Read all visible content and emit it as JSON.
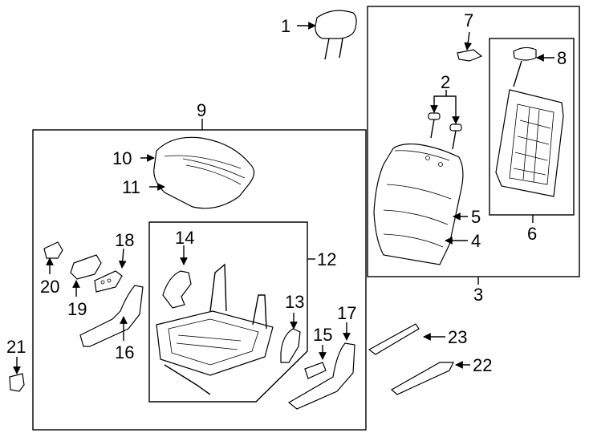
{
  "callouts": {
    "c1": "1",
    "c2": "2",
    "c3": "3",
    "c4": "4",
    "c5": "5",
    "c6": "6",
    "c7": "7",
    "c8": "8",
    "c9": "9",
    "c10": "10",
    "c11": "11",
    "c12": "12",
    "c13": "13",
    "c14": "14",
    "c15": "15",
    "c16": "16",
    "c17": "17",
    "c18": "18",
    "c19": "19",
    "c20": "20",
    "c21": "21",
    "c22": "22",
    "c23": "23"
  },
  "colors": {
    "ink": "#000000",
    "background": "#ffffff"
  }
}
